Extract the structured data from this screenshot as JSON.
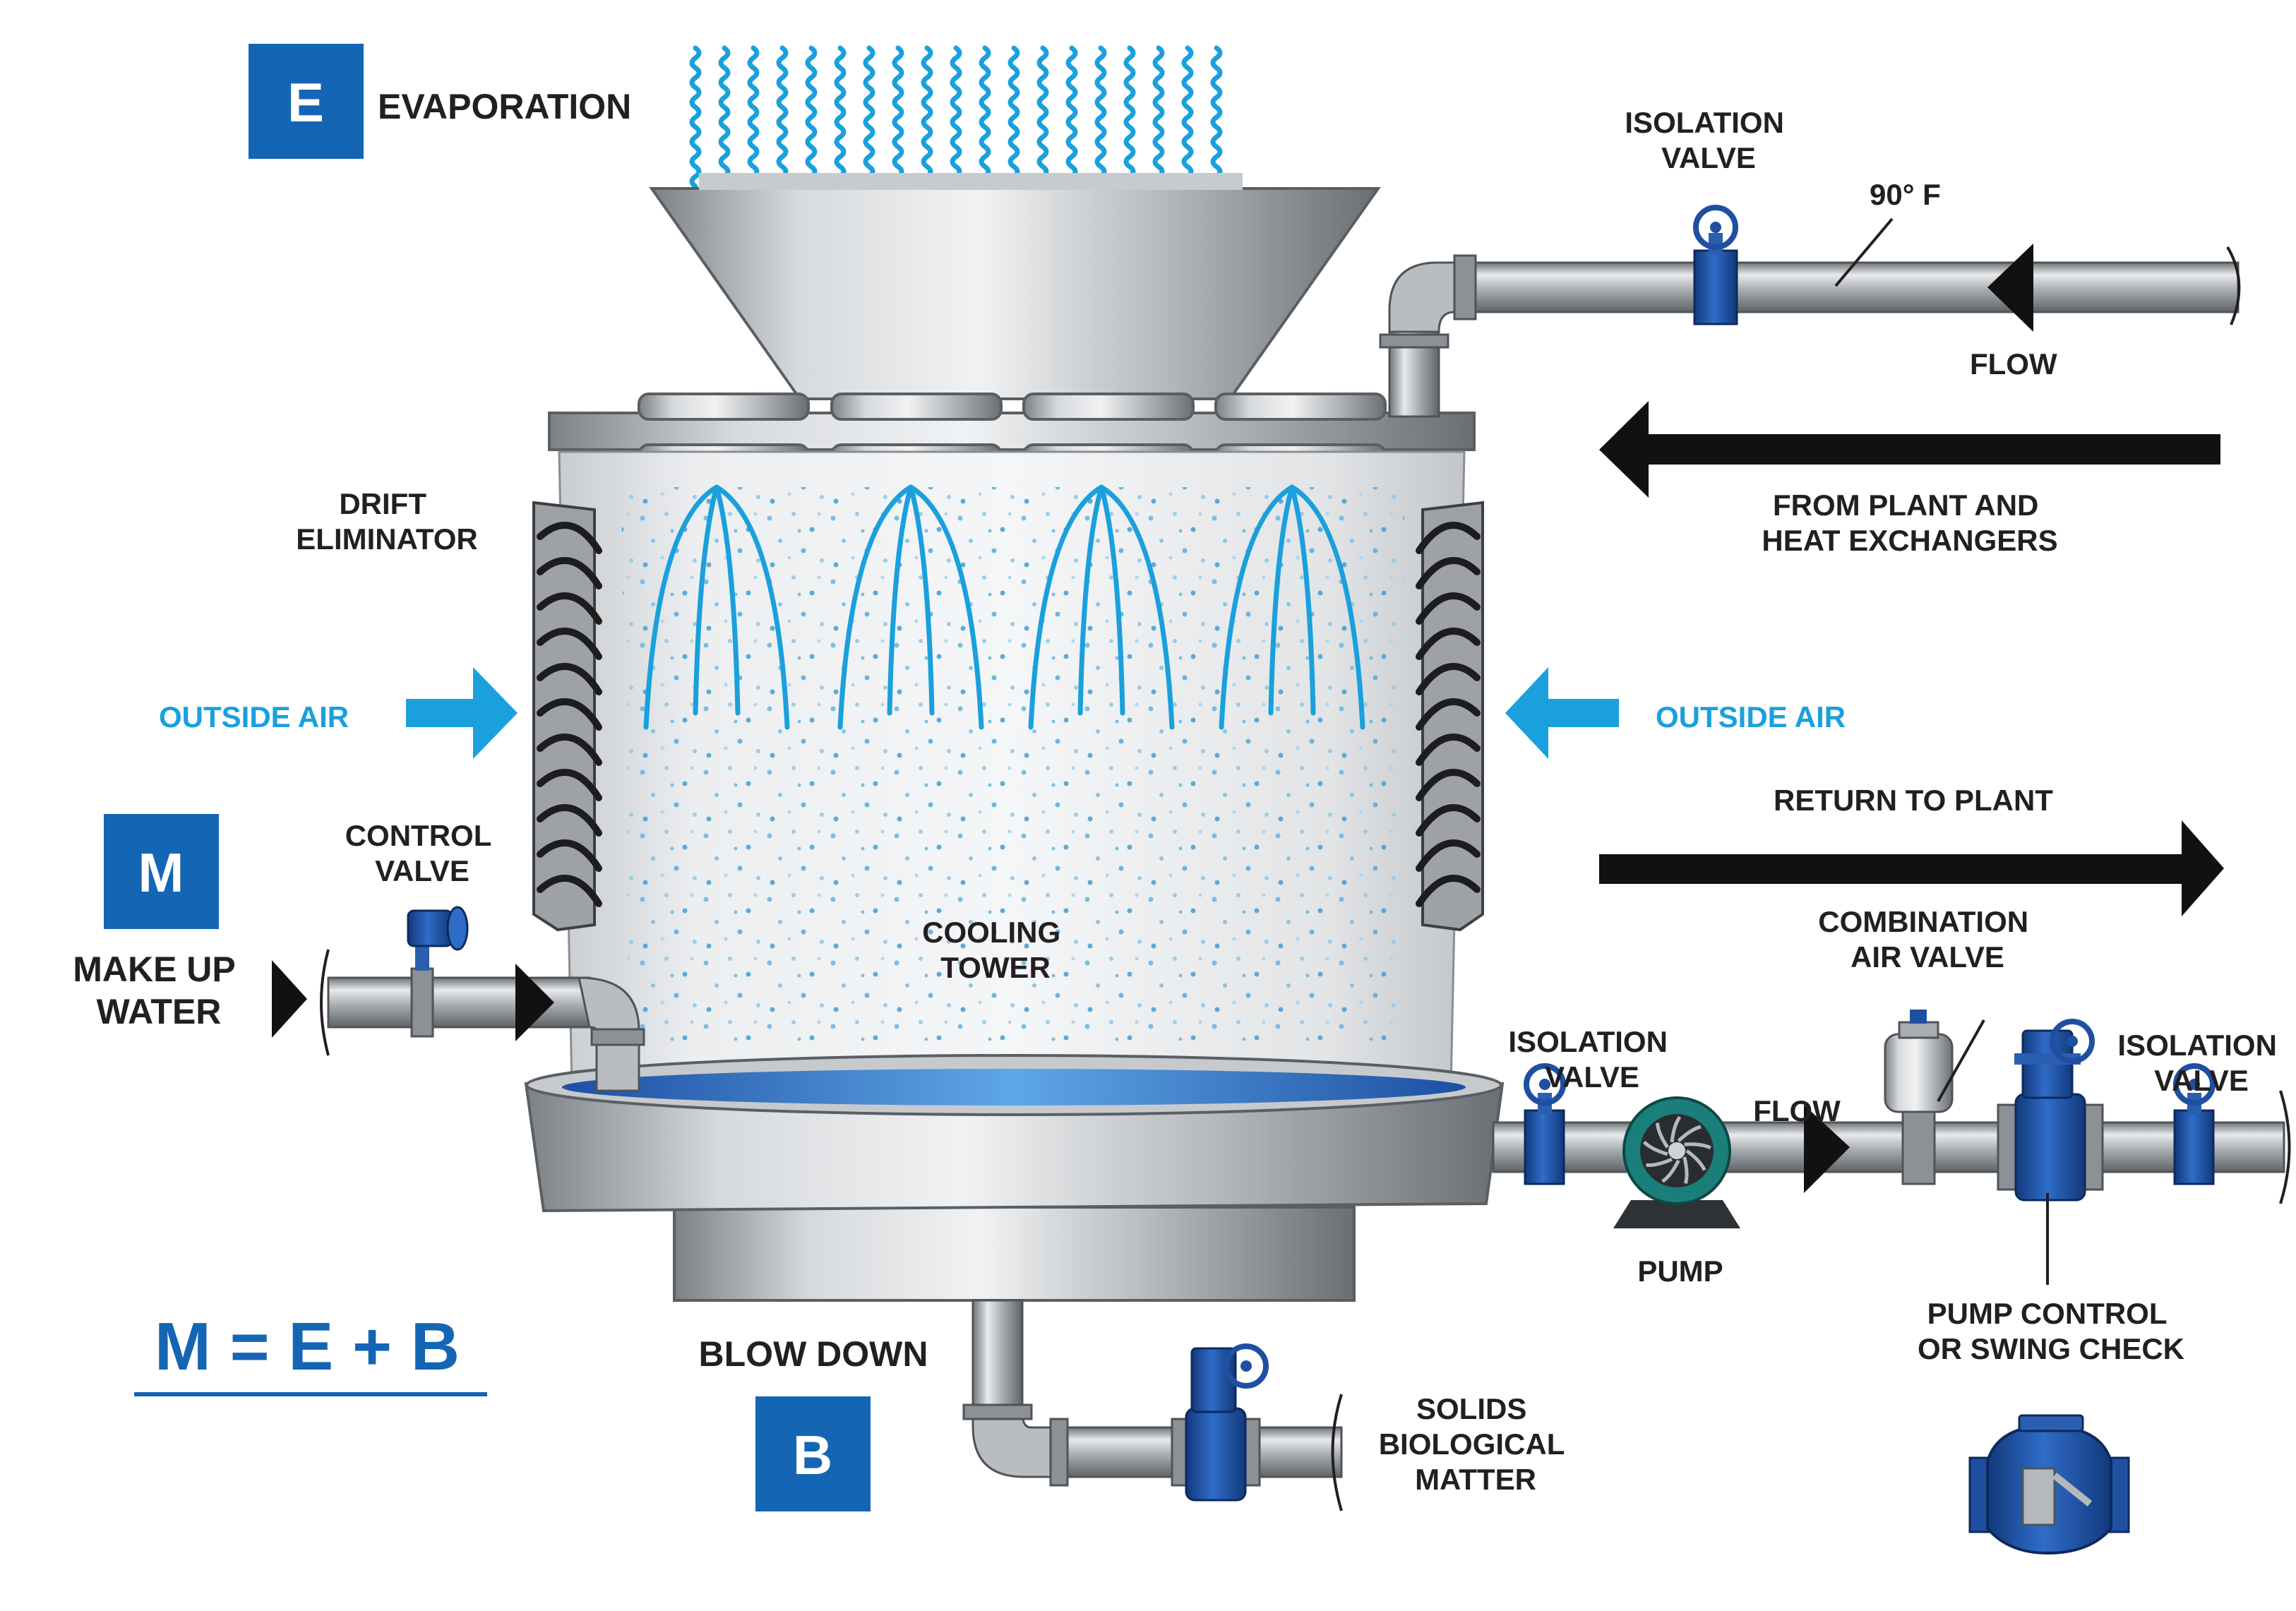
{
  "badges": {
    "evaporation": "E",
    "makeup": "M",
    "blowdown": "B"
  },
  "labels": {
    "evaporation": "EVAPORATION",
    "isolation_valve_top": [
      "ISOLATION",
      "VALVE"
    ],
    "temperature": "90° F",
    "flow_top": "FLOW",
    "from_plant": [
      "FROM PLANT AND",
      "HEAT EXCHANGERS"
    ],
    "drift_eliminator": [
      "DRIFT",
      "ELIMINATOR"
    ],
    "outside_air_left": "OUTSIDE AIR",
    "outside_air_right": "OUTSIDE AIR",
    "return_to_plant": "RETURN TO PLANT",
    "control_valve": [
      "CONTROL",
      "VALVE"
    ],
    "make_up_water": [
      "MAKE UP",
      "WATER"
    ],
    "cooling_tower": [
      "COOLING",
      "TOWER"
    ],
    "combination_air_valve": [
      "COMBINATION",
      "AIR VALVE"
    ],
    "isolation_valve_mid": [
      "ISOLATION",
      "VALVE"
    ],
    "flow_bottom": "FLOW",
    "isolation_valve_right": [
      "ISOLATION",
      "VALVE"
    ],
    "pump": "PUMP",
    "pump_control": [
      "PUMP CONTROL",
      "OR SWING CHECK"
    ],
    "blow_down": "BLOW DOWN",
    "solids": [
      "SOLIDS",
      "BIOLOGICAL",
      "MATTER"
    ]
  },
  "formula": "M = E + B",
  "colors": {
    "badge_blue": "#1565b5",
    "air_blue": "#1aa0dc",
    "text_dark": "#231f20",
    "valve_blue": "#1f4fa0",
    "steel": "#a9adb1"
  }
}
